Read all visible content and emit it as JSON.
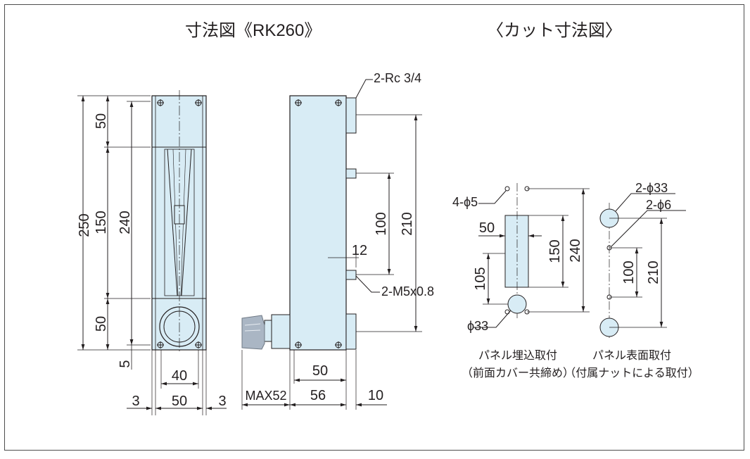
{
  "titles": {
    "left": "寸法図《RK260》",
    "right": "〈カット寸法図〉"
  },
  "front_view": {
    "dims": {
      "overall_height": "250",
      "top_section": "50",
      "middle_section": "150",
      "bottom_section": "50",
      "inner_height": "240",
      "bottom_offset": "5",
      "inner_width": "40",
      "side_left": "3",
      "width": "50",
      "side_right": "3"
    }
  },
  "side_view": {
    "labels": {
      "port": "2-Rc 3/4",
      "mount_screws": "2-M5x0.8"
    },
    "dims": {
      "port_spacing": "210",
      "screw_spacing": "100",
      "screw_offset": "12",
      "body_width": "50",
      "handle_max": "MAX52",
      "depth": "56",
      "flange": "10"
    }
  },
  "cut_embedded": {
    "labels": {
      "holes": "4-ϕ5",
      "big_hole": "ϕ33"
    },
    "dims": {
      "slot_width": "50",
      "slot_height": "150",
      "hole_spacing": "240",
      "lower_offset": "105"
    },
    "caption": "パネル埋込取付",
    "subcaption": "（前面カバー共締め）"
  },
  "cut_surface": {
    "labels": {
      "big_holes": "2-ϕ33",
      "small_holes": "2-ϕ6"
    },
    "dims": {
      "small_spacing": "100",
      "big_spacing": "210"
    },
    "caption": "パネル表面取付",
    "subcaption": "（付属ナットによる取付）"
  },
  "colors": {
    "body_fill": "#d8ecf5",
    "line": "#231f20"
  }
}
